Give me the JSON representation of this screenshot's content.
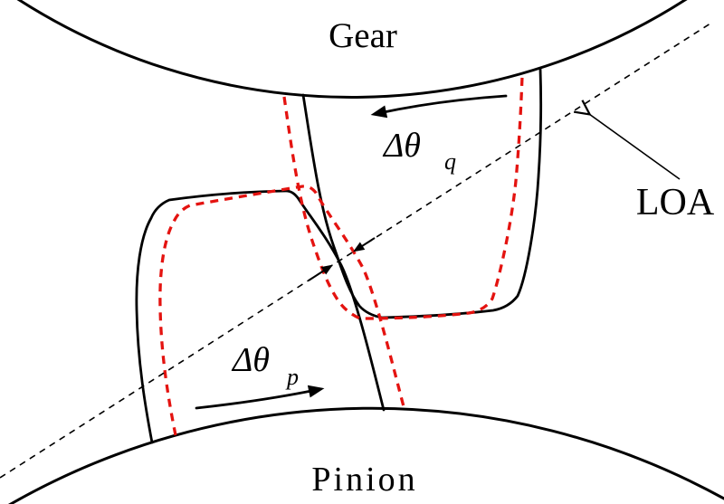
{
  "figure": {
    "labels": {
      "gear": "Gear",
      "pinion": "Pinion",
      "loa": "LOA"
    },
    "rotation_symbols": {
      "gear": {
        "main": "Δθ",
        "sub": "q"
      },
      "pinion": {
        "main": "Δθ",
        "sub": "p"
      }
    },
    "colors": {
      "solid_outline": "#000000",
      "shifted_outline": "#e41310",
      "background": "#ffffff"
    }
  }
}
